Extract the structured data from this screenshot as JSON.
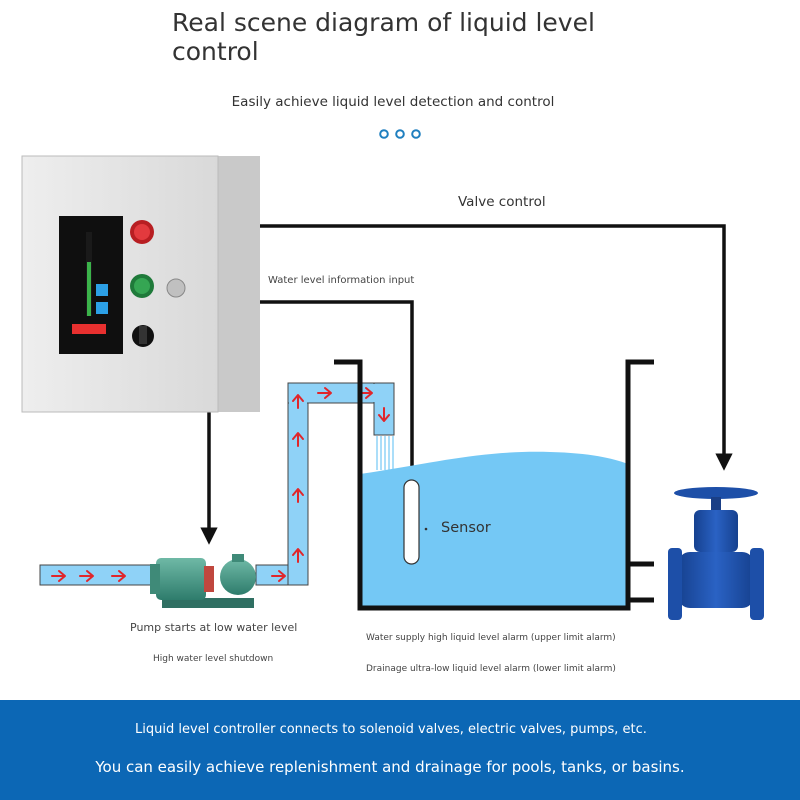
{
  "header": {
    "title": "Real scene diagram of liquid level control",
    "subtitle": "Easily achieve liquid level detection and control"
  },
  "labels": {
    "valve_control": "Valve control",
    "water_level_input": "Water level information input",
    "sensor": "Sensor",
    "pump_start": "Pump starts at low water level",
    "high_shutdown": "High water level shutdown",
    "upper_alarm": "Water supply high liquid level alarm (upper limit alarm)",
    "lower_alarm": "Drainage ultra-low liquid level alarm (lower limit alarm)"
  },
  "footer": {
    "line1": "Liquid level controller connects to solenoid valves, electric valves, pumps, etc.",
    "line2": "You can easily achieve replenishment and drainage for pools, tanks, or basins."
  },
  "colors": {
    "brand_blue": "#0c67b5",
    "water": "#74c8f5",
    "pipe": "#8fd2f7",
    "arrow_red": "#e0262b",
    "valve_blue": "#1d4fa8",
    "wire": "#111111"
  },
  "icons": [
    "dots-indicator-icon",
    "control-box-icon",
    "pump-icon",
    "gate-valve-icon",
    "flow-arrow-icon"
  ]
}
